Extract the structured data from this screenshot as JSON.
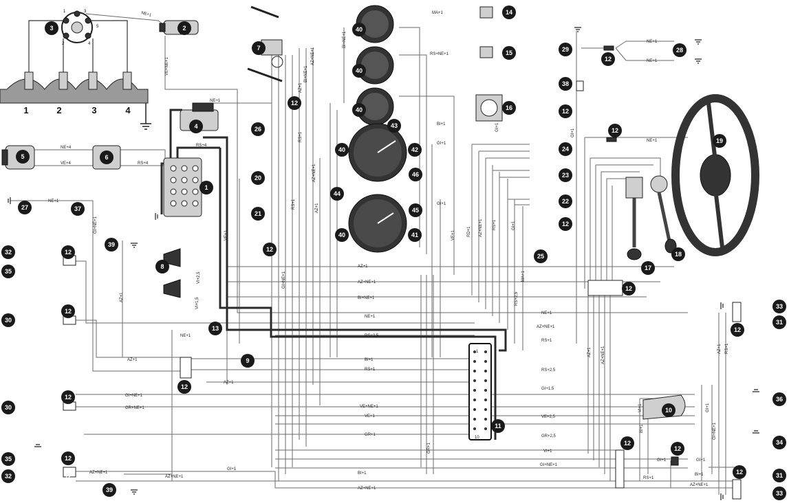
{
  "components": [
    {
      "id": "c1",
      "label": "1"
    },
    {
      "id": "c2",
      "label": "2"
    },
    {
      "id": "c3",
      "label": "3"
    },
    {
      "id": "c4",
      "label": "4"
    },
    {
      "id": "c5",
      "label": "5"
    },
    {
      "id": "c6",
      "label": "6"
    },
    {
      "id": "c7",
      "label": "7"
    },
    {
      "id": "c8",
      "label": "8"
    },
    {
      "id": "c9",
      "label": "9"
    },
    {
      "id": "c10",
      "label": "10"
    },
    {
      "id": "c11",
      "label": "11"
    },
    {
      "id": "c13",
      "label": "13"
    },
    {
      "id": "c14",
      "label": "14"
    },
    {
      "id": "c15",
      "label": "15"
    },
    {
      "id": "c16",
      "label": "16"
    },
    {
      "id": "c17",
      "label": "17"
    },
    {
      "id": "c18",
      "label": "18"
    },
    {
      "id": "c19",
      "label": "19"
    },
    {
      "id": "c20",
      "label": "20"
    },
    {
      "id": "c21",
      "label": "21"
    },
    {
      "id": "c22",
      "label": "22"
    },
    {
      "id": "c23",
      "label": "23"
    },
    {
      "id": "c24",
      "label": "24"
    },
    {
      "id": "c25",
      "label": "25"
    },
    {
      "id": "c26",
      "label": "26"
    },
    {
      "id": "c27",
      "label": "27"
    },
    {
      "id": "c28",
      "label": "28"
    },
    {
      "id": "c29",
      "label": "29"
    },
    {
      "id": "c30a",
      "label": "30"
    },
    {
      "id": "c30b",
      "label": "30"
    },
    {
      "id": "c31a",
      "label": "31"
    },
    {
      "id": "c31b",
      "label": "31"
    },
    {
      "id": "c32a",
      "label": "32"
    },
    {
      "id": "c32b",
      "label": "32"
    },
    {
      "id": "c33a",
      "label": "33"
    },
    {
      "id": "c33b",
      "label": "33"
    },
    {
      "id": "c34",
      "label": "34"
    },
    {
      "id": "c35a",
      "label": "35"
    },
    {
      "id": "c35b",
      "label": "35"
    },
    {
      "id": "c36",
      "label": "36"
    },
    {
      "id": "c37",
      "label": "37"
    },
    {
      "id": "c38",
      "label": "38"
    },
    {
      "id": "c39a",
      "label": "39"
    },
    {
      "id": "c39b",
      "label": "39"
    },
    {
      "id": "c40a",
      "label": "40"
    },
    {
      "id": "c40b",
      "label": "40"
    },
    {
      "id": "c40c",
      "label": "40"
    },
    {
      "id": "c40d",
      "label": "40"
    },
    {
      "id": "c40e",
      "label": "40"
    },
    {
      "id": "c41",
      "label": "41"
    },
    {
      "id": "c42",
      "label": "42"
    },
    {
      "id": "c43",
      "label": "43"
    },
    {
      "id": "c44",
      "label": "44"
    },
    {
      "id": "c45",
      "label": "45"
    },
    {
      "id": "c46",
      "label": "46"
    }
  ],
  "connectors": [
    "12",
    "12",
    "12",
    "12",
    "12",
    "12",
    "12",
    "12",
    "12",
    "12",
    "12",
    "12",
    "12",
    "12",
    "12",
    "12",
    "12"
  ],
  "cylinders": [
    "1",
    "2",
    "3",
    "4"
  ],
  "distributor_pins": [
    "1",
    "2",
    "3",
    "4",
    "5"
  ],
  "fuse_box_ends": {
    "top": "1",
    "bottom": "10"
  },
  "wire_labels": {
    "ne1": "NE+1",
    "vene1": "VE+NE+1",
    "nerd": "NE+1",
    "rs4": "RS+4",
    "ne4": "NE+4",
    "ve4": "VE+4",
    "rs4b": "RS+4",
    "azne1": "AZ+NE+1",
    "bine1": "BI+NE+1",
    "az1": "AZ+1",
    "rs1": "RS+1",
    "ma1": "MA+1",
    "rsne1": "RS+NE+1",
    "bine1g": "BI+NE+1",
    "bi1": "BI+1",
    "gi1": "GI+1",
    "az1b": "AZ+1",
    "azne1b": "AZ+NE+1",
    "bine1b": "BI+NE+1",
    "ne1b": "NE+1",
    "rs25": "RS+2,5",
    "az1c": "AZ+1",
    "bi1b": "BI+1",
    "rs1b": "RS+1",
    "az1d": "AZ+1",
    "gine1": "GI+NE+1",
    "grne1": "GR+NE+1",
    "vene1b": "VE+NE+1",
    "ve1": "VE+1",
    "gr1": "GR+1",
    "azne1c": "AZ+NE+1",
    "gi1b": "GI+1",
    "bi1c": "BI+1",
    "azne1d": "AZ+NE+1",
    "ne1c": "NE+1",
    "rs25b": "RS+2,5",
    "gi15": "GI+1,5",
    "ve25": "VE+2,5",
    "gr25": "GR+2,5",
    "vi1": "VI+1",
    "gine1b": "GI+NE+1",
    "rs1c": "RS+1",
    "bi1d": "BI+1",
    "azne1e": "AZ+NE+1",
    "gi1c": "GI+1",
    "ne1d": "NE+1",
    "ne1e": "NE+1",
    "gi1d": "GI+1",
    "ne1f": "NE+1",
    "vi25": "VI+2,5",
    "vi15": "VI+1,5",
    "ne1g": "NE+1",
    "ve1b": "VE+1",
    "az1e": "AZ+1",
    "gine1c": "GI+NE+1",
    "azne1f": "AZ+NE+1",
    "ve1c": "VE+1",
    "rs1d": "RS+1",
    "rd1": "RD+1",
    "gi1e": "GI+1",
    "ma1b": "MA+1",
    "rs25c": "RS+2,5",
    "az1f": "AZ+1",
    "azne1g": "AZ+NE+1",
    "rs1e": "RS+1",
    "az1g": "AZ+1",
    "gi1f": "GI+1",
    "gine1d": "GI+NE+1",
    "gi1g": "GI+1",
    "bi1e": "BI+1",
    "rs1f": "RS+1",
    "vi1b": "VI+1",
    "gr1b": "GR+1"
  },
  "colors": {
    "wire": "#6a6a6a",
    "main_wire": "#2b2b2b",
    "tag_fill": "#1a1a1a",
    "tag_text": "#ffffff"
  }
}
